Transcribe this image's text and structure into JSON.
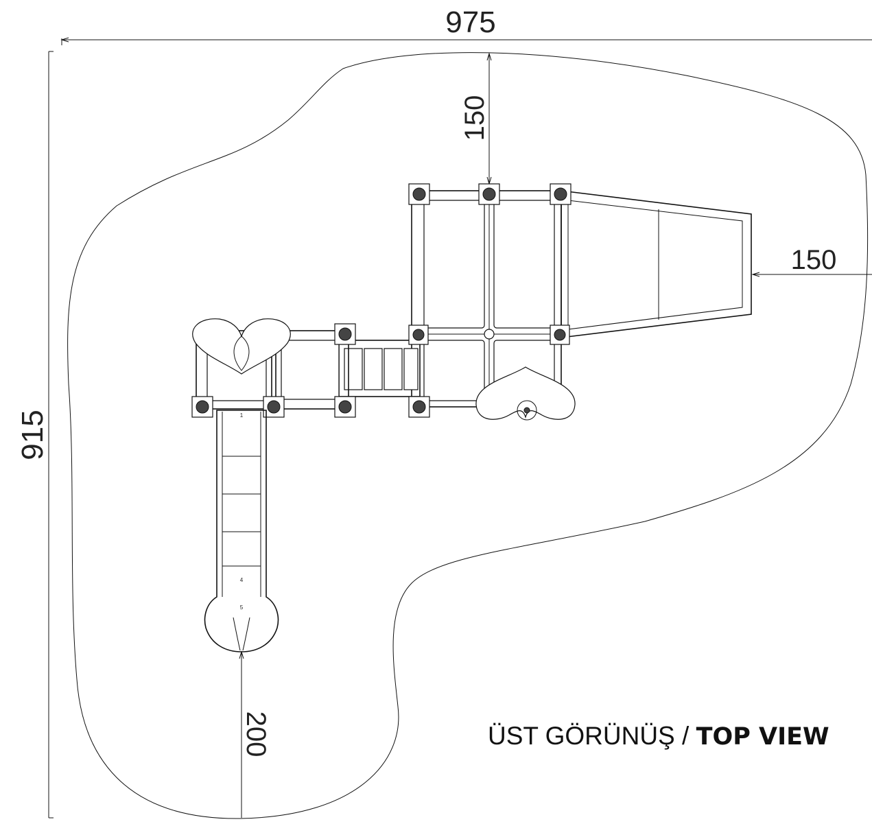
{
  "dimensions": {
    "overall_width": "975",
    "overall_depth": "915",
    "top_clearance": "150",
    "right_clearance": "150",
    "slide_clearance": "200"
  },
  "caption": {
    "tr": "ÜST GÖRÜNÜŞ / ",
    "en": "TOP VIEW"
  },
  "slide_labels": [
    "1",
    "4",
    "5"
  ]
}
